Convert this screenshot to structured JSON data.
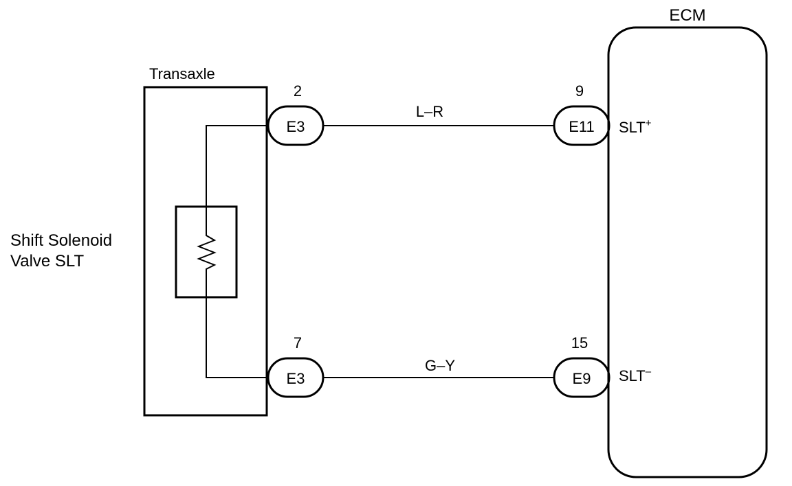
{
  "ecm": {
    "label": "ECM"
  },
  "transaxle": {
    "label": "Transaxle"
  },
  "component": {
    "line1": "Shift Solenoid",
    "line2": "Valve SLT"
  },
  "wires": [
    {
      "color_code": "L–R",
      "left_connector": {
        "name": "E3",
        "pin": "2"
      },
      "right_connector": {
        "name": "E11",
        "pin": "9"
      },
      "terminal": {
        "base": "SLT",
        "sign": "+"
      }
    },
    {
      "color_code": "G–Y",
      "left_connector": {
        "name": "E3",
        "pin": "7"
      },
      "right_connector": {
        "name": "E9",
        "pin": "15"
      },
      "terminal": {
        "base": "SLT",
        "sign": "–"
      }
    }
  ]
}
